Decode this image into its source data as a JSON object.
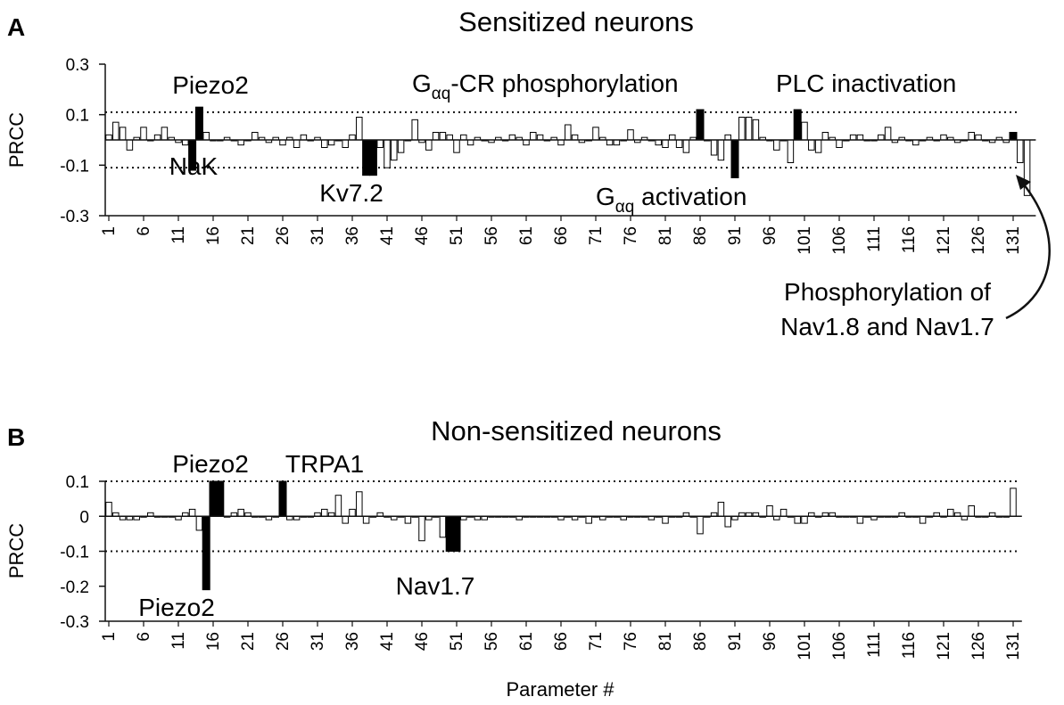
{
  "chart_data": [
    {
      "panel": "A",
      "type": "bar",
      "title": "Sensitized neurons",
      "ylabel": "PRCC",
      "xlabel": "",
      "ylim": [
        -0.3,
        0.3
      ],
      "yticks": [
        "0.3",
        "0.1",
        "-0.1",
        "-0.3"
      ],
      "ytick_values": [
        0.3,
        0.1,
        -0.1,
        -0.3
      ],
      "threshold": 0.11,
      "x_tick_labels": [
        1,
        6,
        11,
        16,
        21,
        26,
        31,
        36,
        41,
        46,
        51,
        56,
        61,
        66,
        71,
        76,
        81,
        86,
        91,
        96,
        101,
        106,
        111,
        116,
        121,
        126,
        131
      ],
      "highlighted": [
        13,
        14,
        38,
        39,
        86,
        91,
        100,
        131
      ],
      "values": [
        0.02,
        0.07,
        0.05,
        -0.04,
        0.01,
        0.05,
        0.0,
        0.02,
        0.05,
        0.01,
        -0.01,
        -0.02,
        -0.12,
        0.13,
        0.03,
        0.0,
        0.0,
        0.01,
        0.0,
        -0.02,
        0.0,
        0.03,
        0.01,
        -0.01,
        0.01,
        -0.02,
        0.01,
        -0.03,
        0.02,
        0.0,
        0.01,
        -0.03,
        -0.02,
        0.0,
        -0.03,
        0.02,
        0.09,
        -0.14,
        -0.14,
        -0.03,
        -0.11,
        -0.08,
        -0.05,
        0.0,
        0.08,
        -0.01,
        -0.04,
        0.03,
        0.03,
        0.02,
        -0.05,
        0.02,
        -0.02,
        0.01,
        0.0,
        -0.01,
        0.01,
        0.0,
        0.02,
        0.01,
        -0.02,
        0.03,
        0.02,
        0.0,
        0.01,
        -0.02,
        0.06,
        0.02,
        -0.01,
        0.0,
        0.05,
        0.01,
        -0.02,
        -0.02,
        0.0,
        0.04,
        -0.01,
        0.01,
        0.0,
        -0.02,
        -0.03,
        0.02,
        -0.03,
        -0.05,
        0.01,
        0.12,
        0.0,
        -0.06,
        -0.08,
        0.02,
        -0.15,
        0.09,
        0.09,
        0.08,
        0.01,
        0.0,
        -0.04,
        0.0,
        -0.09,
        0.12,
        0.07,
        -0.04,
        -0.05,
        0.03,
        0.01,
        -0.03,
        0.0,
        0.02,
        0.02,
        0.0,
        0.0,
        0.02,
        0.05,
        -0.01,
        0.01,
        0.0,
        -0.02,
        0.0,
        0.01,
        0.0,
        0.02,
        0.01,
        -0.01,
        0.0,
        0.03,
        0.02,
        0.0,
        -0.01,
        0.01,
        -0.01,
        0.03,
        -0.09,
        -0.22
      ],
      "annotations": [
        {
          "text": "Piezo2"
        },
        {
          "text": "NaK"
        },
        {
          "text": "Kv7.2"
        },
        {
          "pre": "G",
          "sub": "αq",
          "post": "-CR phosphorylation"
        },
        {
          "pre": "G",
          "sub": "αq",
          "post": " activation"
        },
        {
          "text": "PLC inactivation"
        },
        {
          "text": "Phosphorylation of"
        },
        {
          "text": "Nav1.8 and Nav1.7"
        }
      ]
    },
    {
      "panel": "B",
      "type": "bar",
      "title": "Non-sensitized neurons",
      "ylabel": "PRCC",
      "xlabel": "Parameter #",
      "ylim": [
        -0.3,
        0.1
      ],
      "yticks": [
        "0.1",
        "0",
        "-0.1",
        "-0.2",
        "-0.3"
      ],
      "ytick_values": [
        0.1,
        0.0,
        -0.1,
        -0.2,
        -0.3
      ],
      "threshold": 0.1,
      "x_tick_labels": [
        1,
        6,
        11,
        16,
        21,
        26,
        31,
        36,
        41,
        46,
        51,
        56,
        61,
        66,
        71,
        76,
        81,
        86,
        91,
        96,
        101,
        106,
        111,
        116,
        121,
        126,
        131
      ],
      "highlighted": [
        15,
        16,
        17,
        26,
        50,
        51
      ],
      "values": [
        0.04,
        0.01,
        -0.01,
        -0.01,
        -0.01,
        0.0,
        0.01,
        0.0,
        0.0,
        0.0,
        -0.01,
        0.01,
        0.02,
        -0.04,
        -0.21,
        0.1,
        0.1,
        0.0,
        0.01,
        0.02,
        0.01,
        0.0,
        0.0,
        -0.01,
        0.0,
        0.1,
        -0.01,
        -0.01,
        0.0,
        0.0,
        0.01,
        0.02,
        0.01,
        0.06,
        -0.02,
        0.02,
        0.07,
        -0.02,
        0.0,
        0.01,
        0.0,
        -0.01,
        0.0,
        -0.02,
        0.0,
        -0.07,
        -0.01,
        0.0,
        -0.06,
        -0.1,
        -0.1,
        -0.01,
        0.0,
        -0.01,
        -0.01,
        0.0,
        0.0,
        0.0,
        0.0,
        -0.01,
        0.0,
        0.0,
        0.0,
        0.0,
        0.0,
        -0.01,
        0.0,
        -0.01,
        0.0,
        -0.02,
        0.0,
        -0.01,
        0.0,
        0.0,
        -0.01,
        0.0,
        0.0,
        0.0,
        -0.01,
        0.0,
        -0.02,
        0.0,
        0.0,
        0.01,
        0.0,
        -0.05,
        0.0,
        0.01,
        0.04,
        -0.03,
        -0.01,
        0.01,
        0.01,
        0.01,
        0.0,
        0.03,
        -0.01,
        0.02,
        0.0,
        -0.02,
        -0.02,
        0.01,
        0.0,
        0.01,
        0.01,
        0.0,
        0.0,
        0.0,
        -0.02,
        0.0,
        -0.01,
        0.0,
        0.0,
        0.0,
        0.01,
        0.0,
        0.0,
        -0.02,
        0.0,
        0.01,
        0.0,
        0.02,
        0.01,
        -0.01,
        0.03,
        0.0,
        0.0,
        0.01,
        0.0,
        0.0,
        0.08
      ],
      "annotations": [
        {
          "text": "Piezo2"
        },
        {
          "text": "TRPA1"
        },
        {
          "text": "Piezo2"
        },
        {
          "text": "Nav1.7"
        }
      ]
    }
  ]
}
